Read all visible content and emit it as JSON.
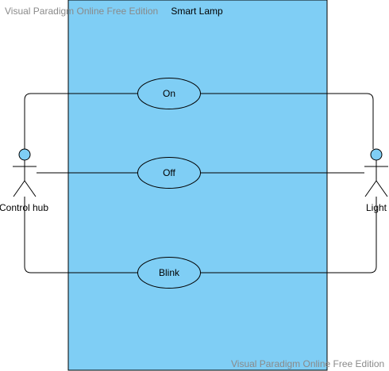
{
  "watermark": {
    "top": "Visual Paradigm Online Free Edition",
    "bottom": "Visual Paradigm Online Free Edition"
  },
  "system": {
    "title": "Smart Lamp",
    "fill": "#7fcef5",
    "stroke": "#000000"
  },
  "use_cases": [
    {
      "label": "On"
    },
    {
      "label": "Off"
    },
    {
      "label": "Blink"
    }
  ],
  "actors": [
    {
      "label": "Control hub",
      "head_fill": "#7fcef5"
    },
    {
      "label": "Light",
      "head_fill": "#7fcef5"
    }
  ],
  "colors": {
    "use_case_fill": "#7fcef5",
    "line": "#000000"
  }
}
